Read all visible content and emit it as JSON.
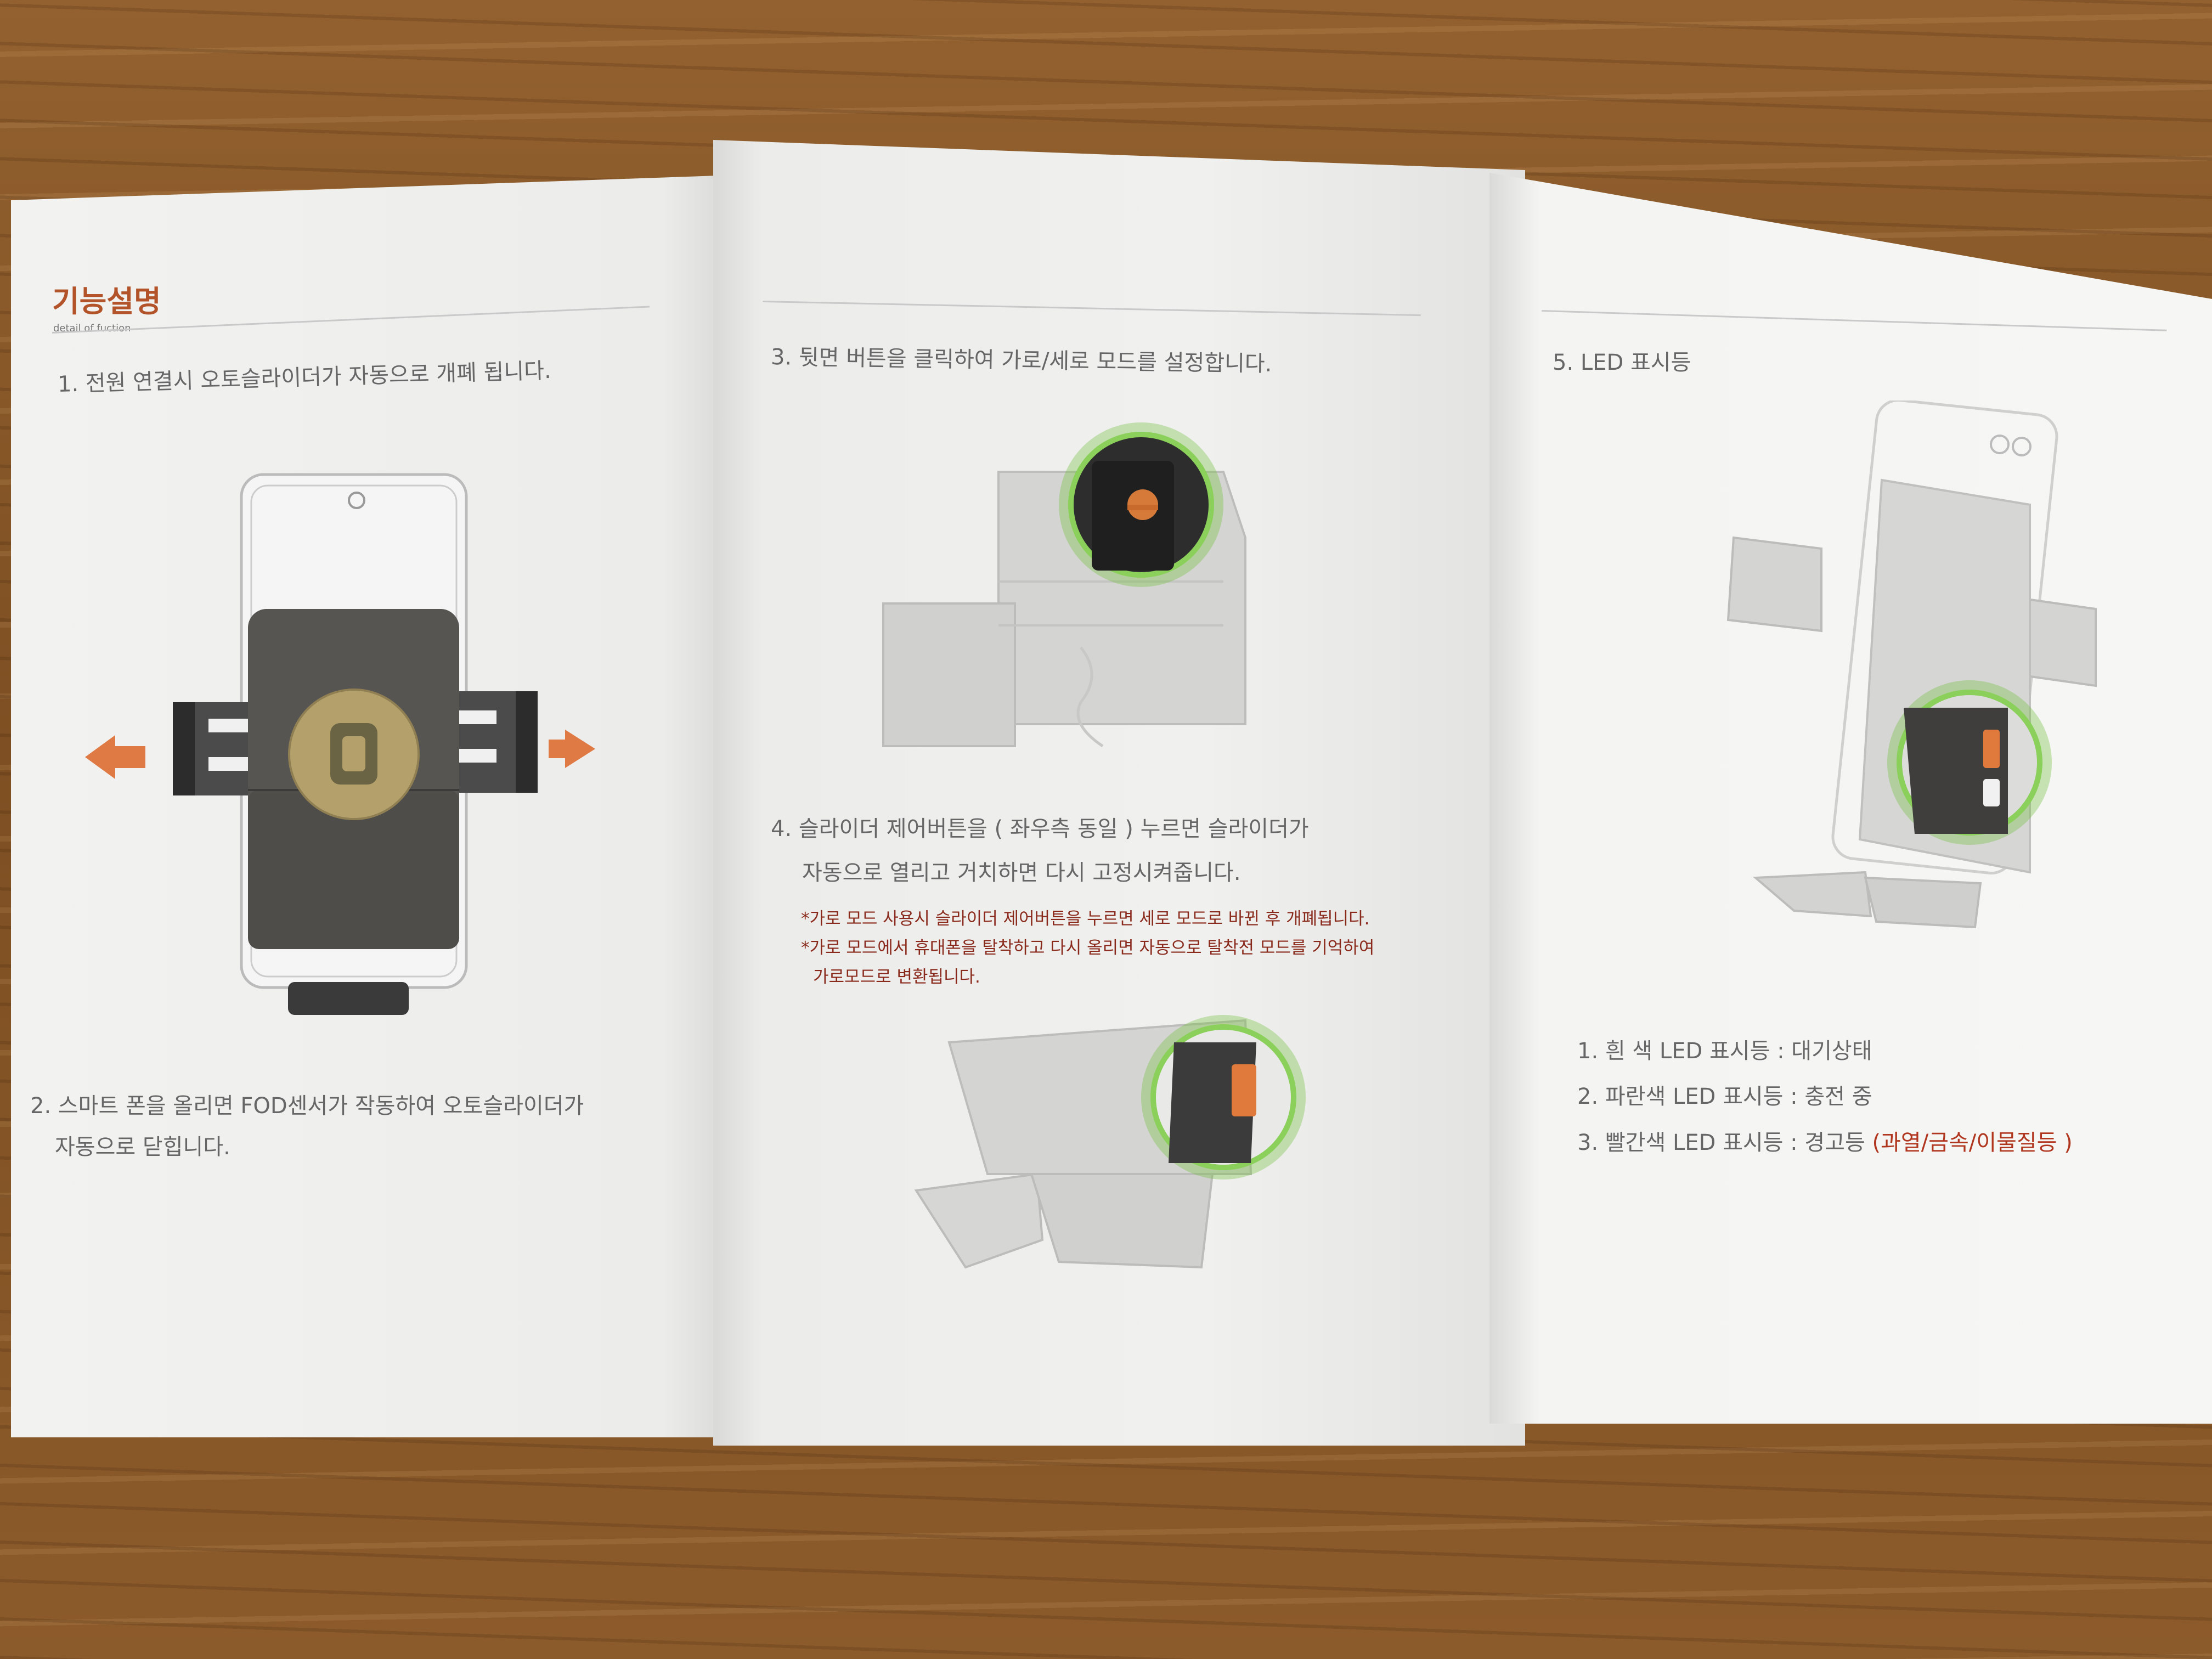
{
  "panel1": {
    "title": "기능설명",
    "subtitle": "detail of fuction",
    "step1": "1. 전원 연결시 오토슬라이더가 자동으로 개폐 됩니다.",
    "step2_line1": "2. 스마트 폰을 올리면 FOD센서가 작동하여 오토슬라이더가",
    "step2_line2": "자동으로 닫힙니다."
  },
  "panel2": {
    "step3": "3. 뒷면 버튼을 클릭하여 가로/세로 모드를 설정합니다.",
    "step4_line1": "4. 슬라이더 제어버튼을 ( 좌우측 동일 ) 누르면 슬라이더가",
    "step4_line2": "자동으로 열리고 거치하면 다시 고정시켜줍니다.",
    "note1": "*가로 모드 사용시 슬라이더 제어버튼을 누르면 세로 모드로 바뀐 후 개폐됩니다.",
    "note2_line1": "*가로 모드에서 휴대폰을 탈착하고 다시 올리면 자동으로 탈착전 모드를 기억하여",
    "note2_line2": "가로모드로 변환됩니다."
  },
  "panel3": {
    "step5": "5. LED 표시등",
    "led1": "1. 흰    색 LED 표시등 : 대기상태",
    "led2": "2. 파란색 LED 표시등 : 충전 중",
    "led3_prefix": "3. 빨간색 LED 표시등 : 경고등 ",
    "led3_warning": "(과열/금속/이물질등 )"
  },
  "colors": {
    "accent": "#b2532a",
    "arrow": "#e07a45",
    "highlight_glow": "#6fbf3a",
    "warning_text": "#8a2a1c"
  }
}
